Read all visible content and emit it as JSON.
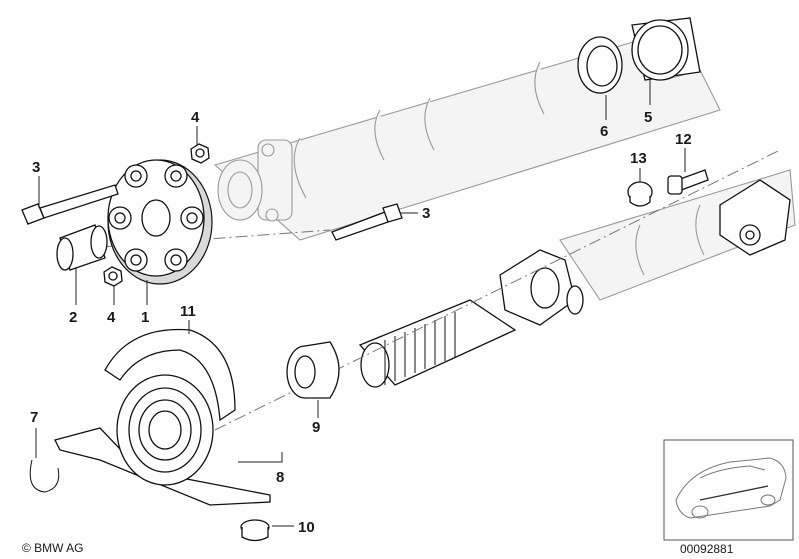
{
  "labels": {
    "p1": "1",
    "p2": "2",
    "p3a": "3",
    "p3b": "3",
    "p4a": "4",
    "p4b": "4",
    "p5": "5",
    "p6": "6",
    "p7": "7",
    "p8": "8",
    "p9": "9",
    "p10": "10",
    "p11": "11",
    "p12": "12",
    "p13": "13"
  },
  "footer": {
    "copyright": "© BMW AG",
    "diagram_number": "00092881"
  }
}
